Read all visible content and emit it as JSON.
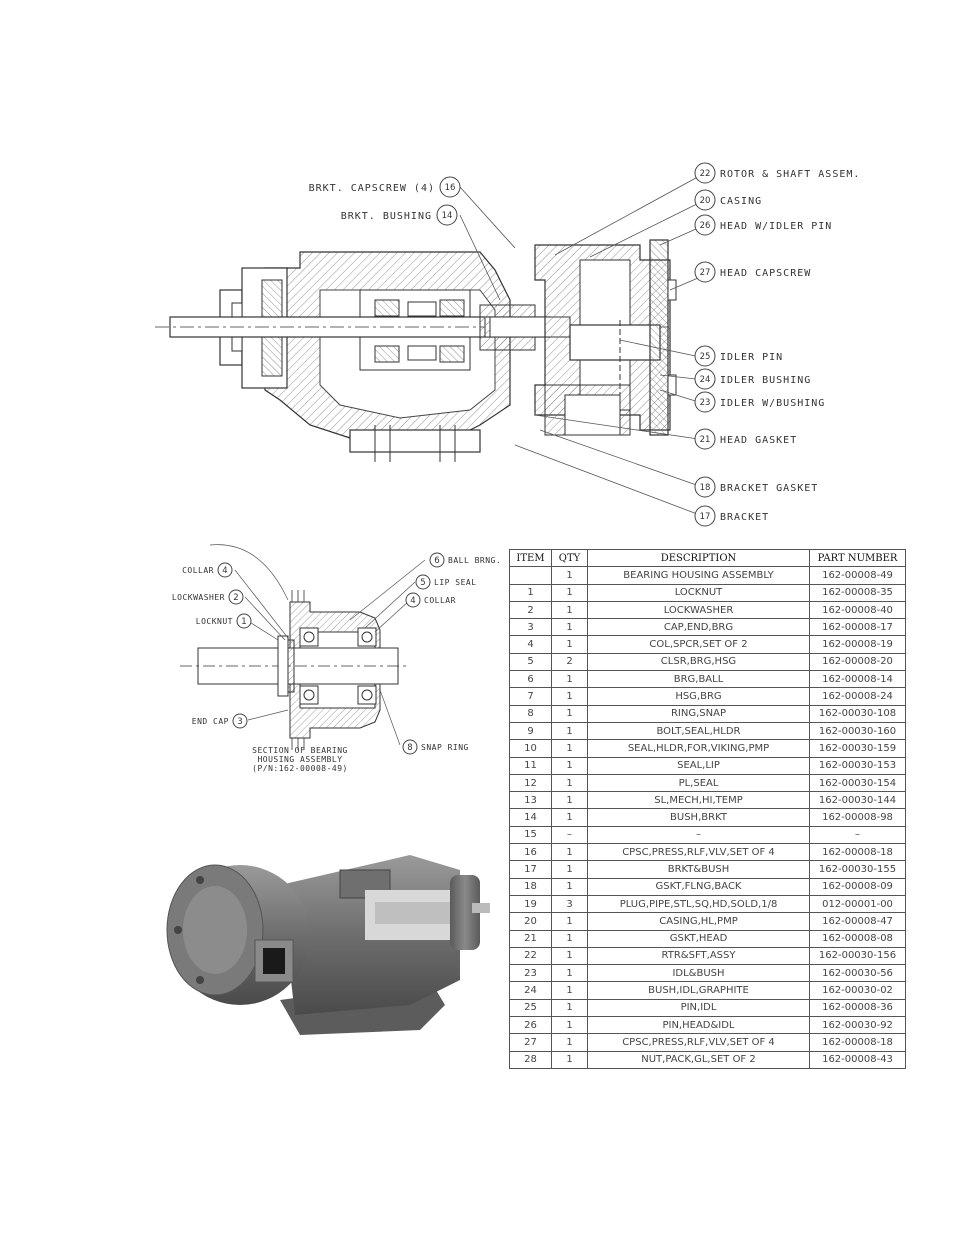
{
  "main_callouts": [
    {
      "num": "22",
      "label": "ROTOR & SHAFT ASSEM."
    },
    {
      "num": "20",
      "label": "CASING"
    },
    {
      "num": "26",
      "label": "HEAD W/IDLER PIN"
    },
    {
      "num": "27",
      "label": "HEAD CAPSCREW"
    },
    {
      "num": "25",
      "label": "IDLER PIN"
    },
    {
      "num": "24",
      "label": "IDLER BUSHING"
    },
    {
      "num": "23",
      "label": "IDLER W/BUSHING"
    },
    {
      "num": "21",
      "label": "HEAD GASKET"
    },
    {
      "num": "18",
      "label": "BRACKET GASKET"
    },
    {
      "num": "17",
      "label": "BRACKET"
    },
    {
      "num": "16",
      "label": "BRKT. CAPSCREW (4)"
    },
    {
      "num": "14",
      "label": "BRKT. BUSHING"
    }
  ],
  "bearing_callouts": [
    {
      "num": "4",
      "label": "COLLAR"
    },
    {
      "num": "2",
      "label": "LOCKWASHER"
    },
    {
      "num": "1",
      "label": "LOCKNUT"
    },
    {
      "num": "3",
      "label": "END CAP"
    },
    {
      "num": "6",
      "label": "BALL BRNG."
    },
    {
      "num": "5",
      "label": "LIP SEAL"
    },
    {
      "num": "4",
      "label": "COLLAR"
    },
    {
      "num": "8",
      "label": "SNAP RING"
    }
  ],
  "bearing_caption": [
    "SECTION OF BEARING",
    "HOUSING ASSEMBLY",
    "(P/N:162-00008-49)"
  ],
  "table": {
    "headers": [
      "ITEM",
      "QTY",
      "DESCRIPTION",
      "PART NUMBER"
    ],
    "rows": [
      [
        "",
        "1",
        "BEARING HOUSING ASSEMBLY",
        "162-00008-49"
      ],
      [
        "1",
        "1",
        "LOCKNUT",
        "162-00008-35"
      ],
      [
        "2",
        "1",
        "LOCKWASHER",
        "162-00008-40"
      ],
      [
        "3",
        "1",
        "CAP,END,BRG",
        "162-00008-17"
      ],
      [
        "4",
        "1",
        "COL,SPCR,SET OF 2",
        "162-00008-19"
      ],
      [
        "5",
        "2",
        "CLSR,BRG,HSG",
        "162-00008-20"
      ],
      [
        "6",
        "1",
        "BRG,BALL",
        "162-00008-14"
      ],
      [
        "7",
        "1",
        "HSG,BRG",
        "162-00008-24"
      ],
      [
        "8",
        "1",
        "RING,SNAP",
        "162-00030-108"
      ],
      [
        "9",
        "1",
        "BOLT,SEAL,HLDR",
        "162-00030-160"
      ],
      [
        "10",
        "1",
        "SEAL,HLDR,FOR,VIKING,PMP",
        "162-00030-159"
      ],
      [
        "11",
        "1",
        "SEAL,LIP",
        "162-00030-153"
      ],
      [
        "12",
        "1",
        "PL,SEAL",
        "162-00030-154"
      ],
      [
        "13",
        "1",
        "SL,MECH,HI,TEMP",
        "162-00030-144"
      ],
      [
        "14",
        "1",
        "BUSH,BRKT",
        "162-00008-98"
      ],
      [
        "15",
        "–",
        "–",
        "–"
      ],
      [
        "16",
        "1",
        "CPSC,PRESS,RLF,VLV,SET OF 4",
        "162-00008-18"
      ],
      [
        "17",
        "1",
        "BRKT&BUSH",
        "162-00030-155"
      ],
      [
        "18",
        "1",
        "GSKT,FLNG,BACK",
        "162-00008-09"
      ],
      [
        "19",
        "3",
        "PLUG,PIPE,STL,SQ,HD,SOLD,1/8",
        "012-00001-00"
      ],
      [
        "20",
        "1",
        "CASING,HL,PMP",
        "162-00008-47"
      ],
      [
        "21",
        "1",
        "GSKT,HEAD",
        "162-00008-08"
      ],
      [
        "22",
        "1",
        "RTR&SFT,ASSY",
        "162-00030-156"
      ],
      [
        "23",
        "1",
        "IDL&BUSH",
        "162-00030-56"
      ],
      [
        "24",
        "1",
        "BUSH,IDL,GRAPHITE",
        "162-00030-02"
      ],
      [
        "25",
        "1",
        "PIN,IDL",
        "162-00008-36"
      ],
      [
        "26",
        "1",
        "PIN,HEAD&IDL",
        "162-00030-92"
      ],
      [
        "27",
        "1",
        "CPSC,PRESS,RLF,VLV,SET OF 4",
        "162-00008-18"
      ],
      [
        "28",
        "1",
        "NUT,PACK,GL,SET OF 2",
        "162-00008-43"
      ]
    ]
  }
}
